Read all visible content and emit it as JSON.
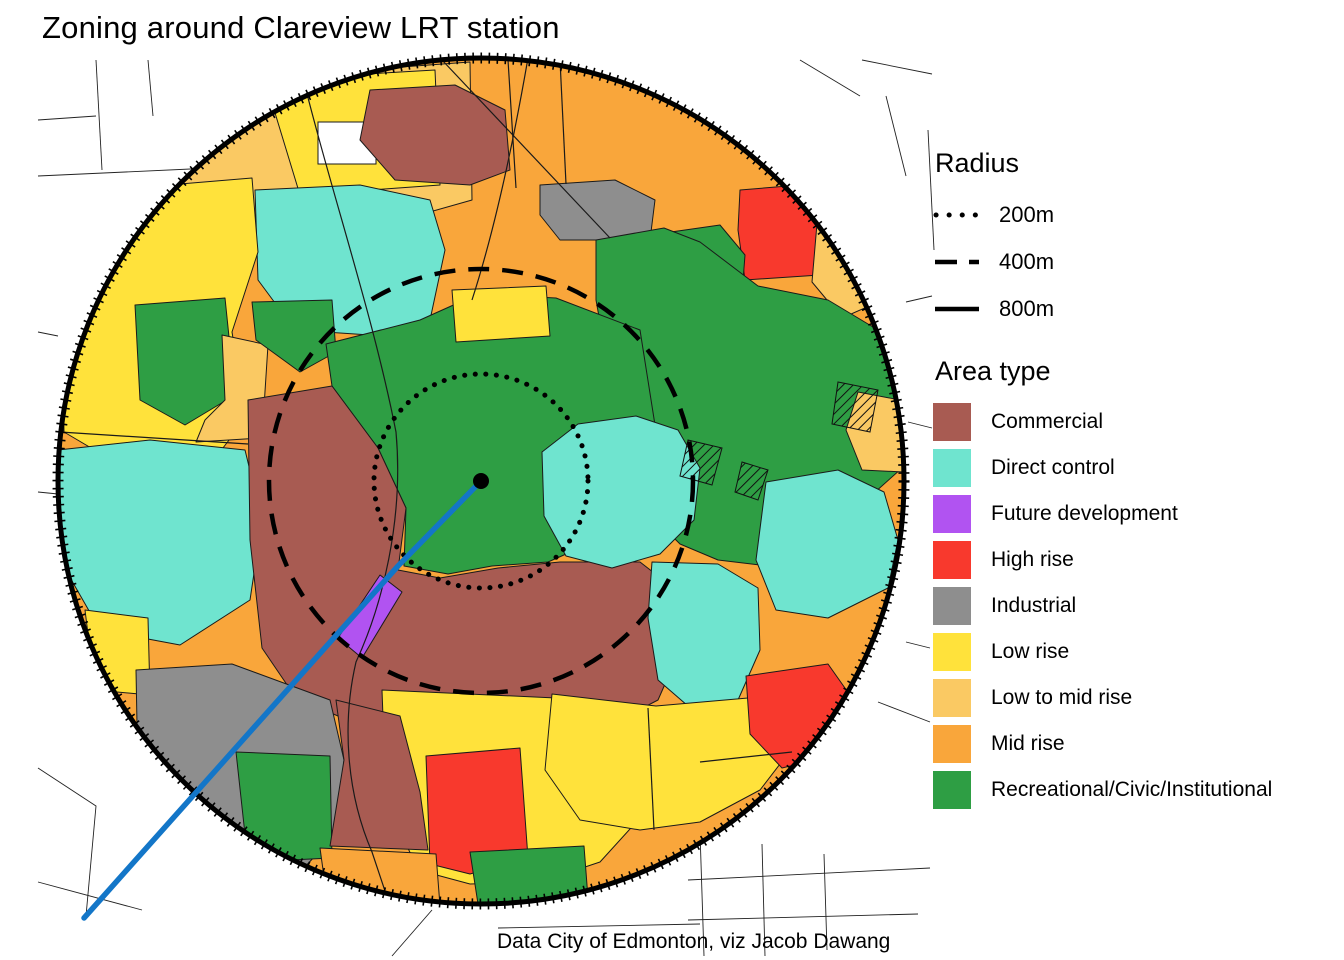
{
  "title": "Zoning around Clareview LRT station",
  "caption": "Data City of Edmonton, viz Jacob Dawang",
  "legend": {
    "radius": {
      "heading": "Radius",
      "items": [
        {
          "label": "200m",
          "style": "dotted"
        },
        {
          "label": "400m",
          "style": "dashed"
        },
        {
          "label": "800m",
          "style": "solid"
        }
      ]
    },
    "area_type": {
      "heading": "Area type",
      "items": [
        {
          "label": "Commercial",
          "key": "commercial"
        },
        {
          "label": "Direct control",
          "key": "direct_control"
        },
        {
          "label": "Future development",
          "key": "future_development"
        },
        {
          "label": "High rise",
          "key": "high_rise"
        },
        {
          "label": "Industrial",
          "key": "industrial"
        },
        {
          "label": "Low rise",
          "key": "low_rise"
        },
        {
          "label": "Low to mid rise",
          "key": "low_to_mid_rise"
        },
        {
          "label": "Mid rise",
          "key": "mid_rise"
        },
        {
          "label": "Recreational/Civic/Institutional",
          "key": "recreational"
        }
      ]
    }
  },
  "colors": {
    "commercial": "#A85B52",
    "direct_control": "#6FE4CF",
    "future_development": "#B153F1",
    "high_rise": "#F8392D",
    "industrial": "#8E8E8E",
    "low_rise": "#FFE23B",
    "low_to_mid_rise": "#FAC963",
    "mid_rise": "#F9A63B",
    "recreational": "#2E9E44",
    "lrt_line": "#1376C8",
    "ring": "#000000"
  }
}
